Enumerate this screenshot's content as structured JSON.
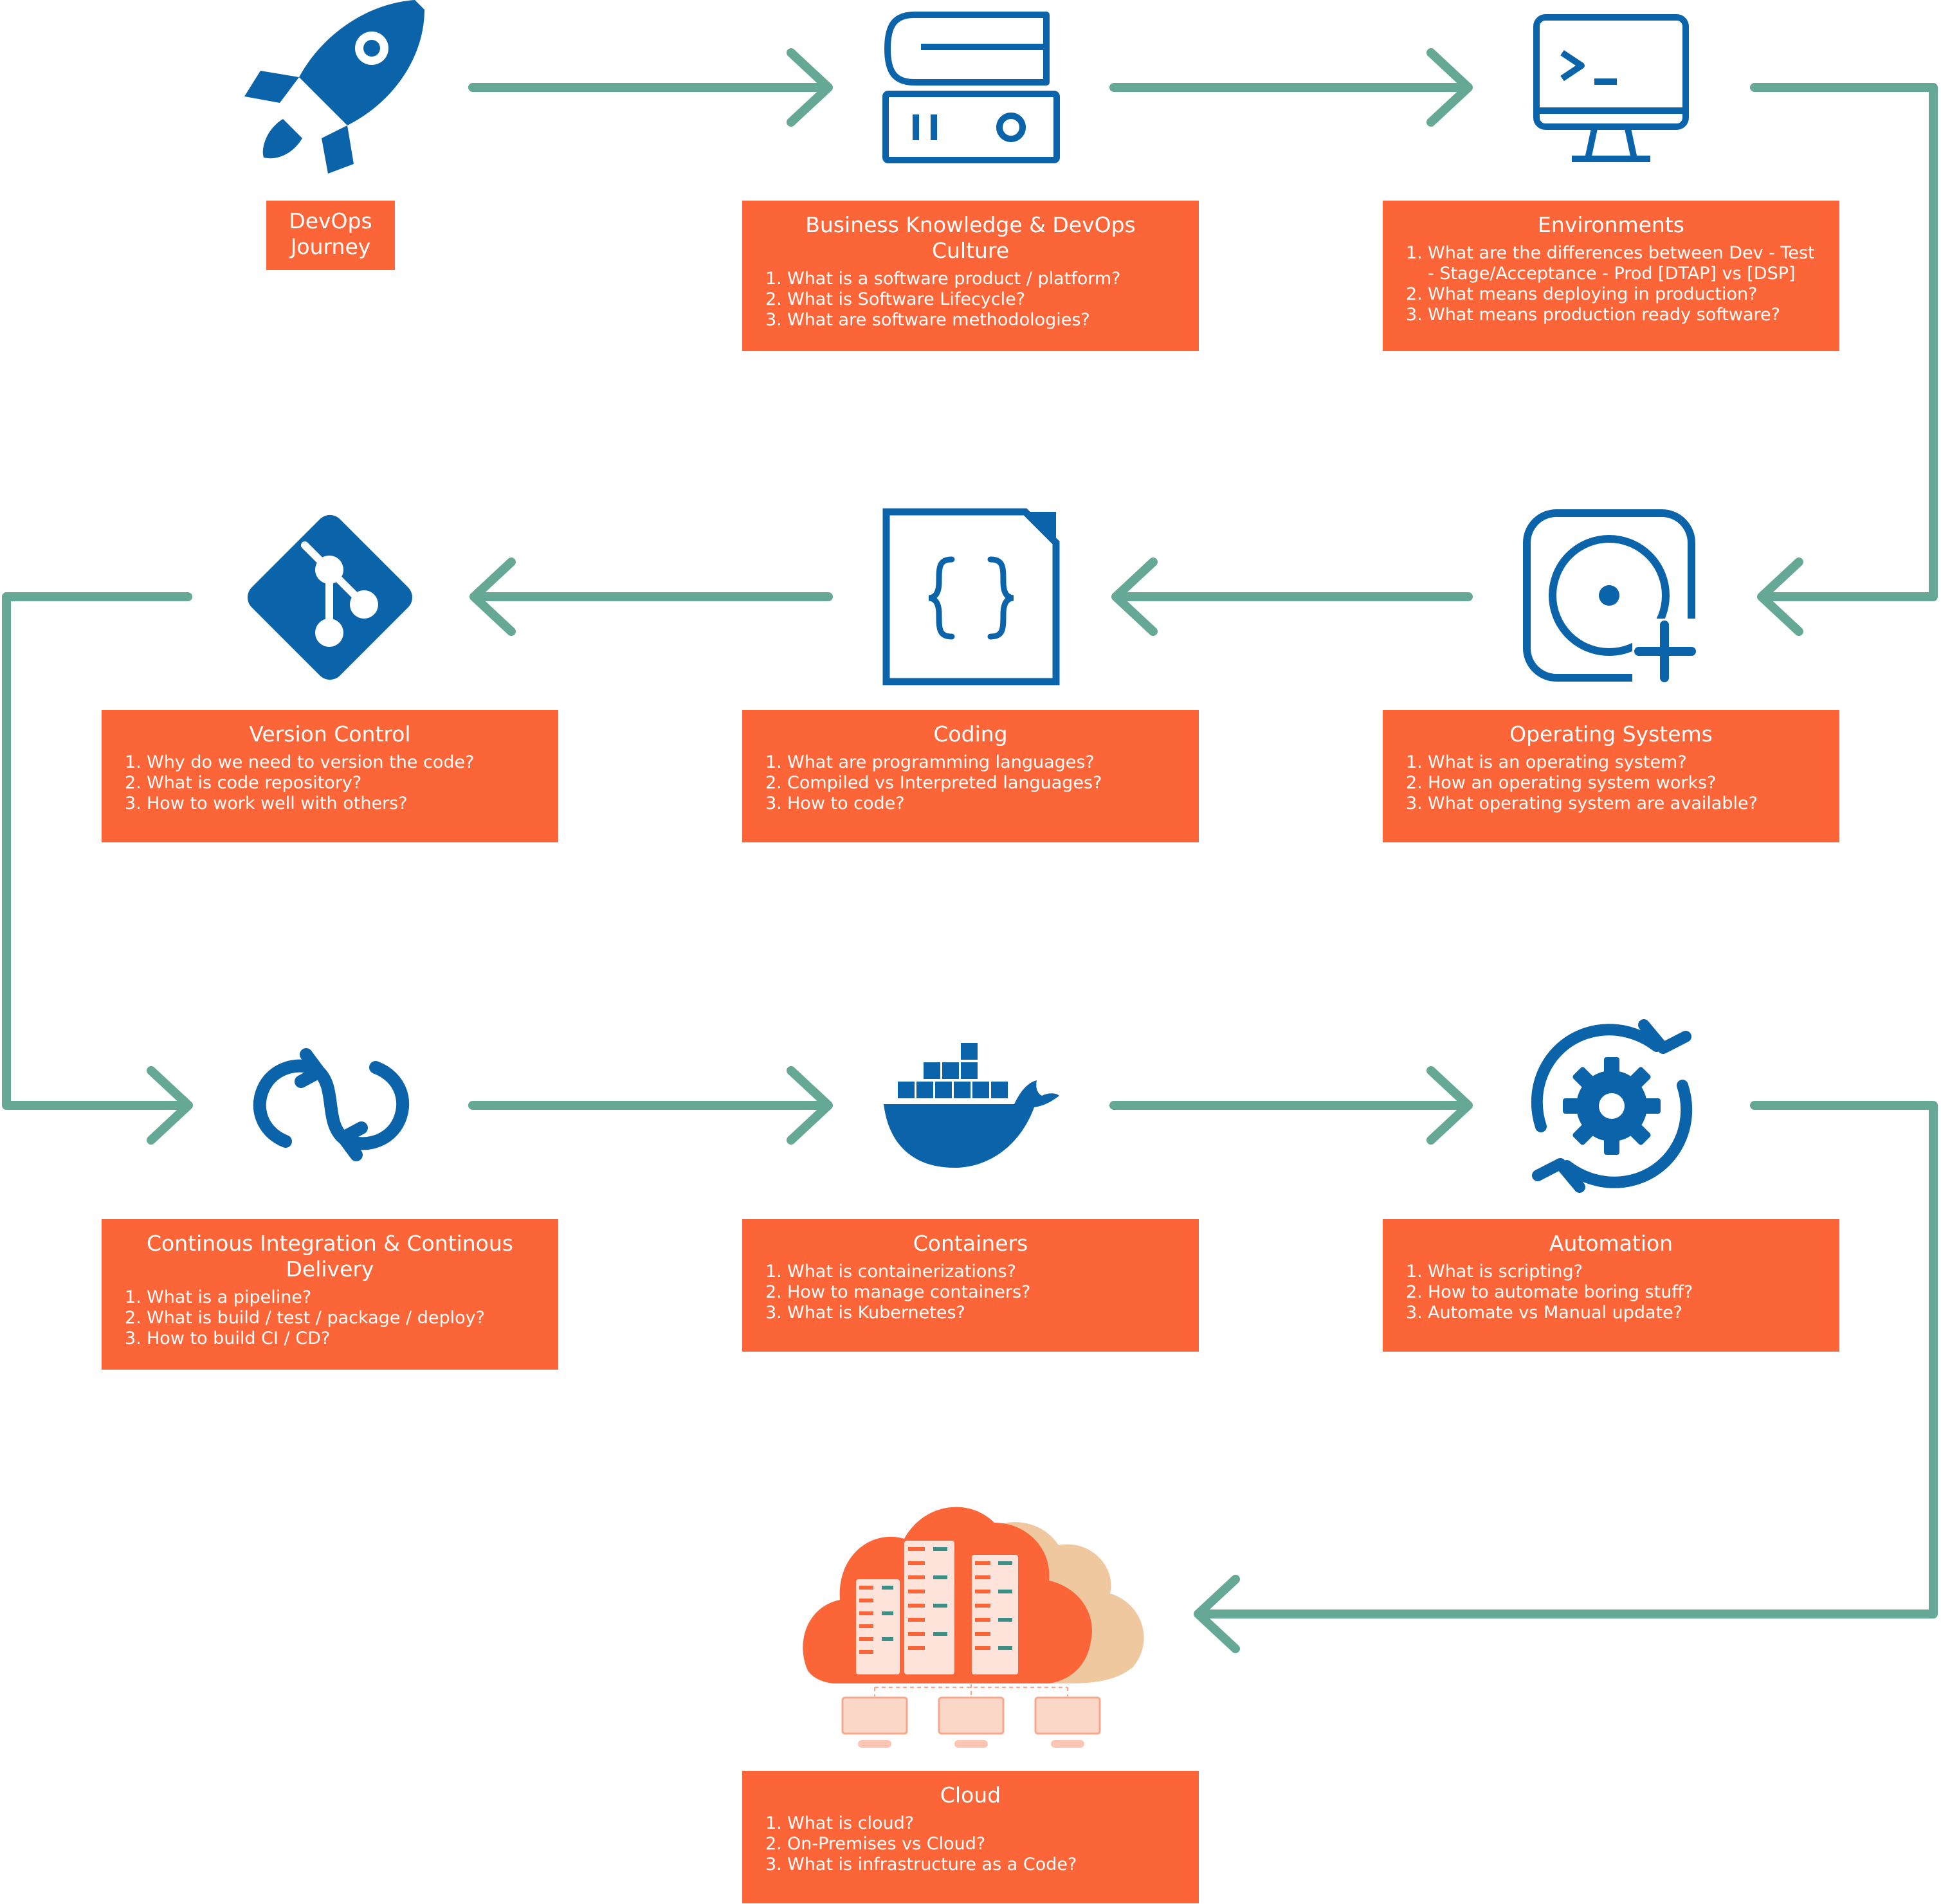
{
  "colors": {
    "arrow": "#66a896",
    "box": "#fb6538",
    "icon": "#0b64aa",
    "box_text": "#ffffff"
  },
  "nodes": {
    "start": {
      "title": "DevOps\nJourney",
      "icon": "rocket-icon"
    },
    "business": {
      "title": "Business Knowledge & DevOps Culture",
      "icon": "books-icon",
      "items": [
        "What is a software product / platform?",
        "What is Software Lifecycle?",
        "What are software methodologies?"
      ]
    },
    "environments": {
      "title": "Environments",
      "icon": "monitor-terminal-icon",
      "items": [
        "What are the differences between Dev - Test - Stage/Acceptance - Prod [DTAP] vs [DSP]",
        "What means deploying in production?",
        "What means production ready software?"
      ]
    },
    "operating_systems": {
      "title": "Operating Systems",
      "icon": "disk-plus-icon",
      "items": [
        "What is an operating system?",
        "How an operating system works?",
        "What operating system are available?"
      ]
    },
    "coding": {
      "title": "Coding",
      "icon": "code-file-icon",
      "items": [
        "What are programming languages?",
        "Compiled vs Interpreted languages?",
        "How to code?"
      ]
    },
    "version_control": {
      "title": "Version Control",
      "icon": "git-icon",
      "items": [
        "Why do we need to version the code?",
        "What is code repository?",
        "How to work well with others?"
      ]
    },
    "cicd": {
      "title": "Continous Integration & Continous Delivery",
      "icon": "cicd-loop-icon",
      "items": [
        "What is a pipeline?",
        "What is build / test / package / deploy?",
        "How to build CI / CD?"
      ]
    },
    "containers": {
      "title": "Containers",
      "icon": "docker-whale-icon",
      "items": [
        "What is containerizations?",
        "How to manage containers?",
        "What is Kubernetes?"
      ]
    },
    "automation": {
      "title": "Automation",
      "icon": "gear-sync-icon",
      "items": [
        "What is scripting?",
        "How to automate boring stuff?",
        "Automate vs Manual update?"
      ]
    },
    "cloud": {
      "title": "Cloud",
      "icon": "cloud-servers-icon",
      "items": [
        "What is cloud?",
        "On-Premises vs Cloud?",
        "What is infrastructure as a Code?"
      ]
    }
  }
}
